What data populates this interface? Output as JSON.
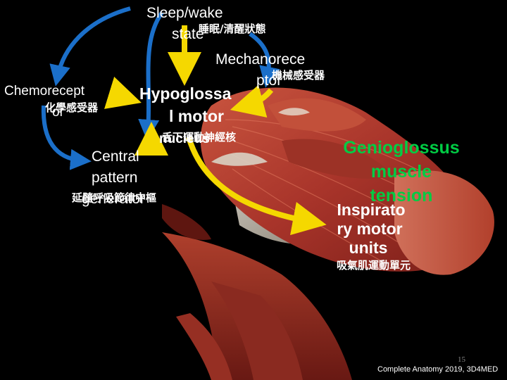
{
  "labels": {
    "sleep_wake_en": "Sleep/wake",
    "sleep_wake_en2": "state",
    "sleep_wake_zh": "睡眠/清醒狀態",
    "mechanoreceptor_en": "Mechanorece",
    "mechanoreceptor_en2": "ptor",
    "mechanoreceptor_zh": "機械感受器",
    "chemoreceptor_en": "Chemorecept",
    "chemoreceptor_en2": "or",
    "chemoreceptor_zh": "化學感受器",
    "hypoglossal_en": "Hypoglossa",
    "hypoglossal_en2": "l motor",
    "hypoglossal_en3": "nucleus",
    "hypoglossal_zh": "舌下運動神經核",
    "cpg_en": "Central",
    "cpg_en2": "pattern",
    "cpg_en3": "generator",
    "cpg_zh": "延髓呼吸節律中樞",
    "genioglossus_en": "Genioglossus",
    "genioglossus_en2": "muscle",
    "genioglossus_en3": "tension",
    "inspiratory_en": "Inspirato",
    "inspiratory_en2": "ry motor",
    "inspiratory_en3": "units",
    "inspiratory_zh": "吸氣肌運動單元"
  },
  "footer": {
    "page_number": "15",
    "credit": "Complete Anatomy 2019, 3D4MED"
  },
  "colors": {
    "yellow_arrow": "#f5d800",
    "blue_arrow": "#1b6fc9",
    "green_text": "#00cc44",
    "muscle": "#b03a2a"
  }
}
